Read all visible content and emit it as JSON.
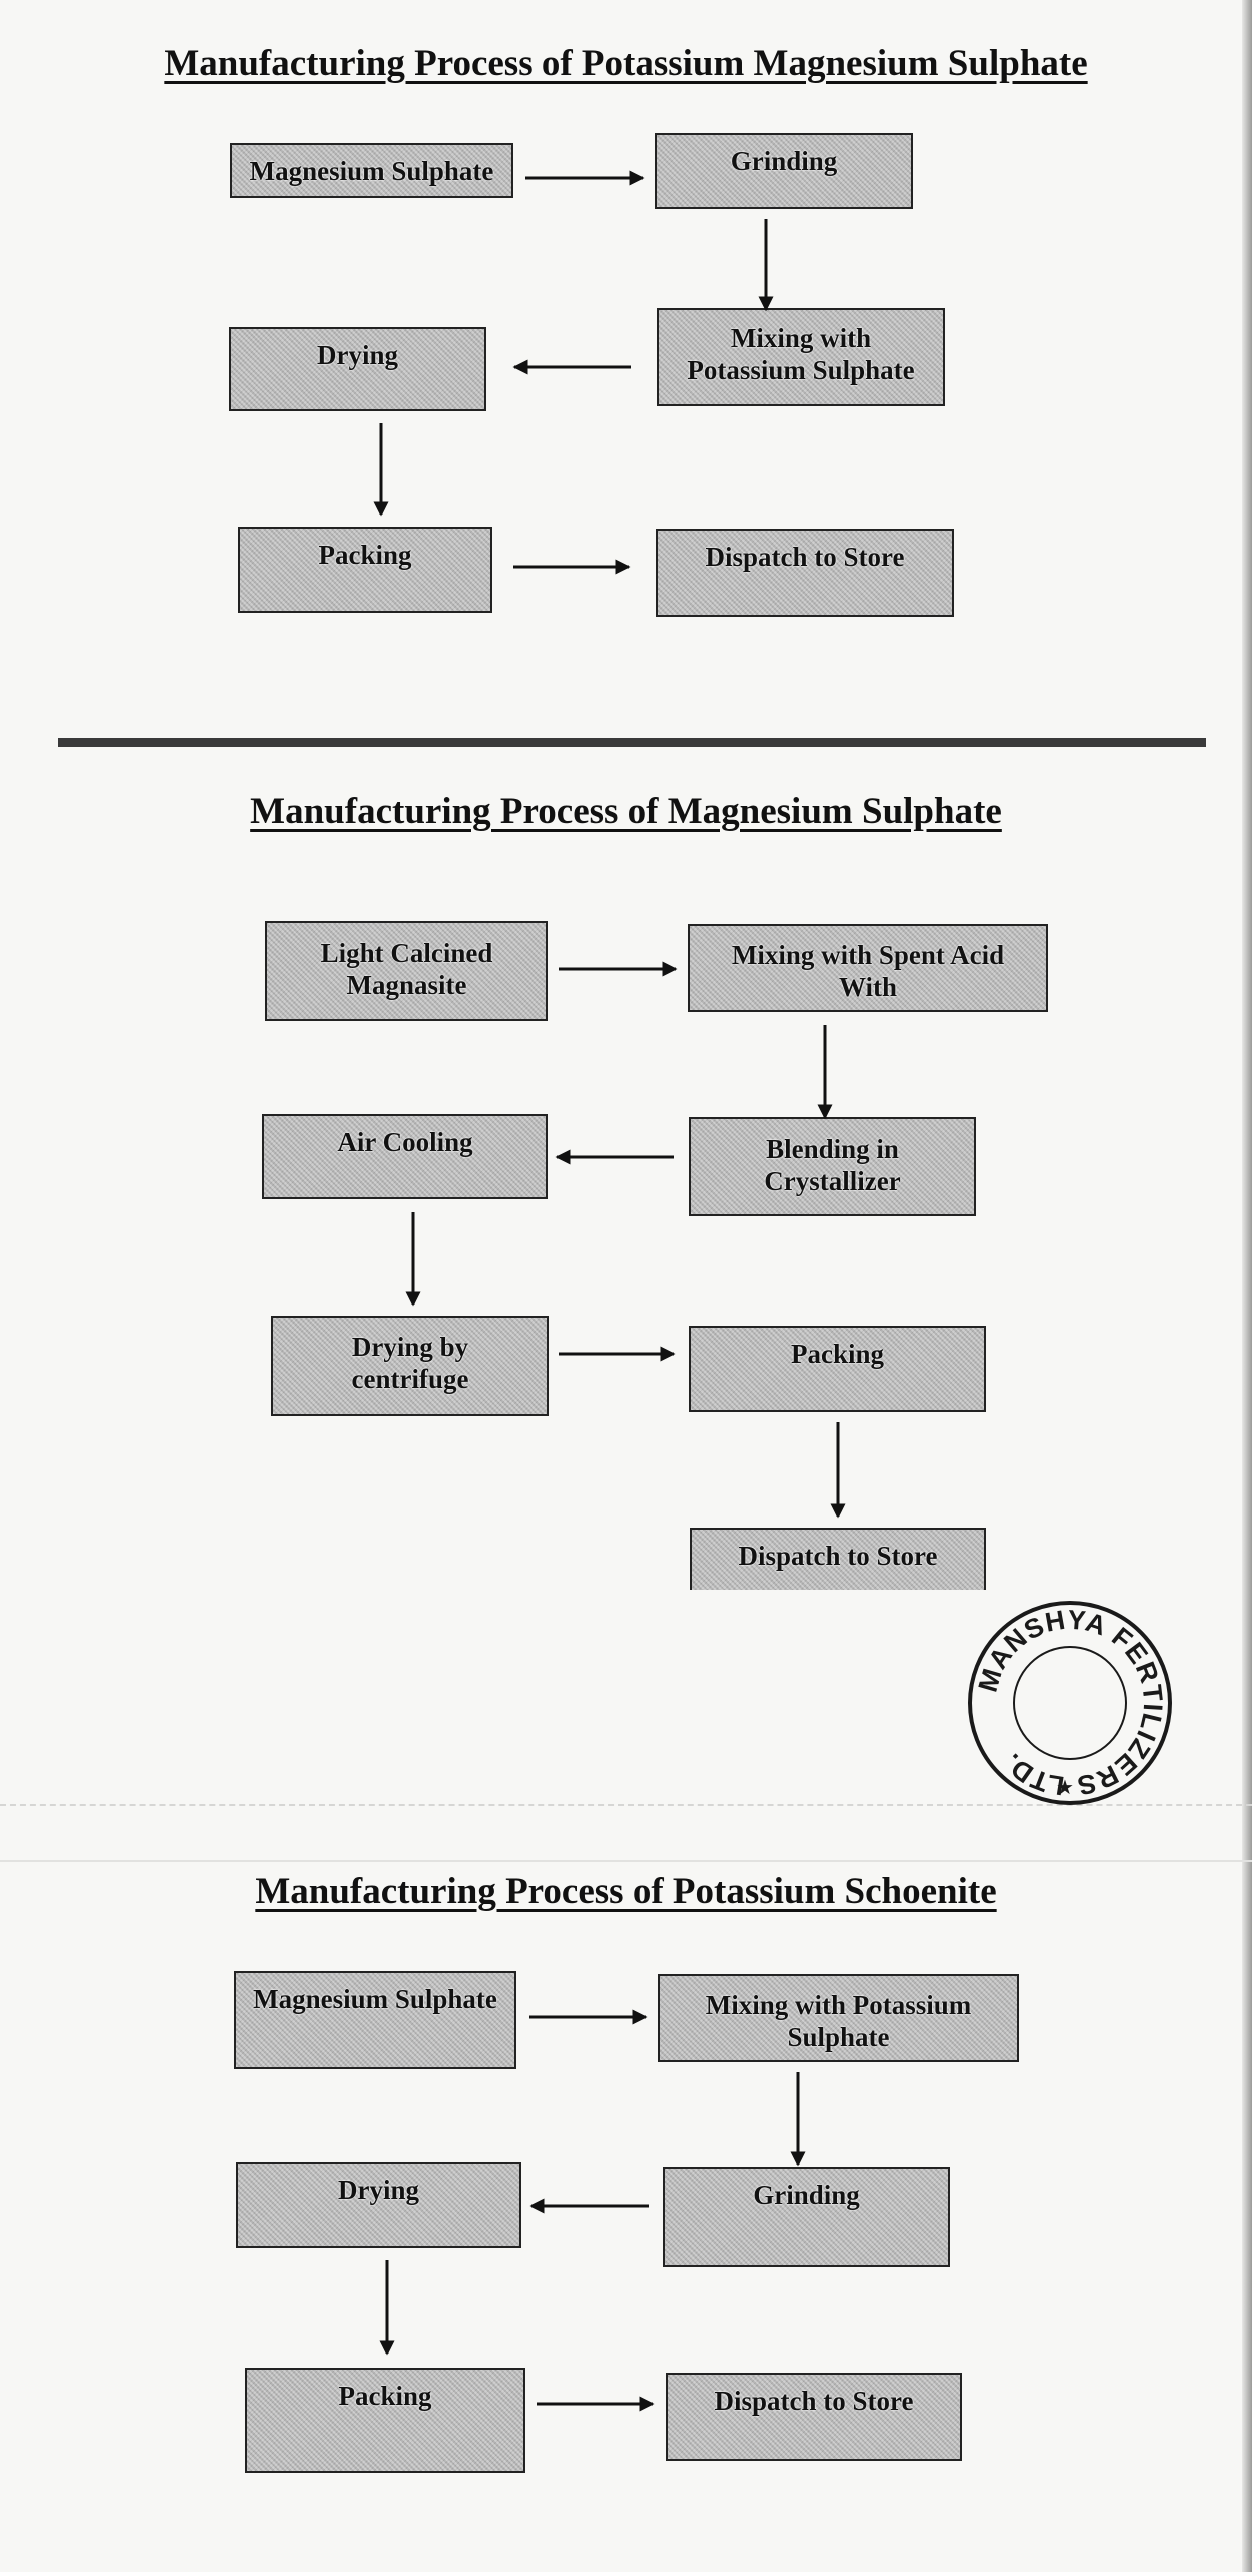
{
  "diagrams": [
    {
      "title": "Manufacturing Process of Potassium Magnesium Sulphate",
      "steps": {
        "magnesium_sulphate": "Magnesium Sulphate",
        "grinding": "Grinding",
        "mixing_line1": "Mixing with",
        "mixing_line2": "Potassium Sulphate",
        "drying": "Drying",
        "packing": "Packing",
        "dispatch": "Dispatch to Store"
      }
    },
    {
      "title": "Manufacturing Process of Magnesium Sulphate",
      "steps": {
        "lcm_line1": "Light Calcined",
        "lcm_line2": "Magnasite",
        "mixing_line1": "Mixing with Spent Acid",
        "mixing_line2": "With",
        "blending_line1": "Blending in",
        "blending_line2": "Crystallizer",
        "air_cooling": "Air Cooling",
        "drying_line1": "Drying by",
        "drying_line2": "centrifuge",
        "packing": "Packing",
        "dispatch": "Dispatch to Store"
      }
    },
    {
      "title": "Manufacturing Process of Potassium Schoenite",
      "steps": {
        "magnesium_sulphate": "Magnesium Sulphate",
        "mixing_line1": "Mixing with Potassium",
        "mixing_line2": "Sulphate",
        "grinding": "Grinding",
        "drying": "Drying",
        "packing": "Packing",
        "dispatch": "Dispatch to Store"
      }
    }
  ],
  "stamp": {
    "text": "MANSHYA FERTILIZERS LTD.",
    "star": "★"
  },
  "colors": {
    "box_fill": "#b9b9b9",
    "ink": "#111111",
    "stamp_ink": "#1a1a1a"
  }
}
